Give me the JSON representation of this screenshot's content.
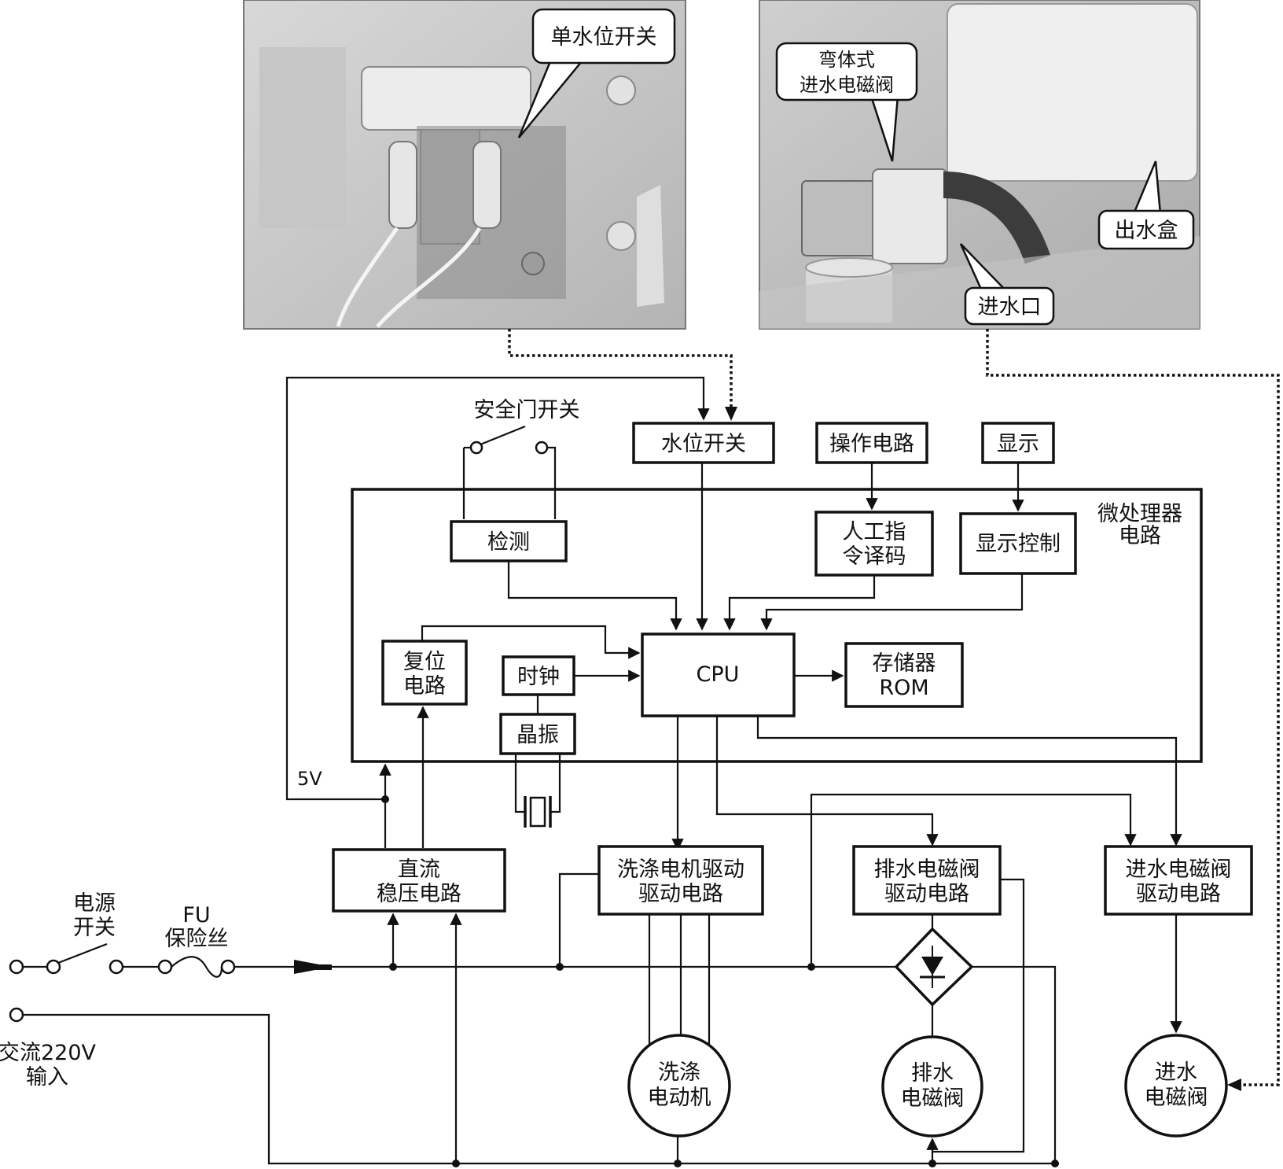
{
  "photos": {
    "left": {
      "callout": "单水位开关"
    },
    "right": {
      "callout_valve": [
        "弯体式",
        "进水电磁阀"
      ],
      "callout_box": "出水盒",
      "callout_inlet": "进水口"
    }
  },
  "blocks": {
    "water_level_switch": "水位开关",
    "operation_circuit": "操作电路",
    "display": "显示",
    "safety_door_switch": "安全门开关",
    "microprocessor": [
      "微处理器",
      "电路"
    ],
    "detect": "检测",
    "manual_decode": [
      "人工指",
      "令译码"
    ],
    "display_control": "显示控制",
    "reset": [
      "复位",
      "电路"
    ],
    "clock": "时钟",
    "crystal": "晶振",
    "cpu": "CPU",
    "rom": [
      "存储器",
      "ROM"
    ],
    "dc_regulator": [
      "直流",
      "稳压电路"
    ],
    "wash_motor_drive": [
      "洗涤电机驱动",
      "驱动电路"
    ],
    "drain_valve_drive": [
      "排水电磁阀",
      "驱动电路"
    ],
    "inlet_valve_drive": [
      "进水电磁阀",
      "驱动电路"
    ],
    "wash_motor": [
      "洗涤",
      "电动机"
    ],
    "drain_valve": [
      "排水",
      "电磁阀"
    ],
    "inlet_valve": [
      "进水",
      "电磁阀"
    ]
  },
  "labels": {
    "v5": "5V",
    "power_switch": [
      "电源",
      "开关"
    ],
    "fuse": [
      "FU",
      "保险丝"
    ],
    "ac_input": [
      "交流220V",
      "输入"
    ]
  }
}
